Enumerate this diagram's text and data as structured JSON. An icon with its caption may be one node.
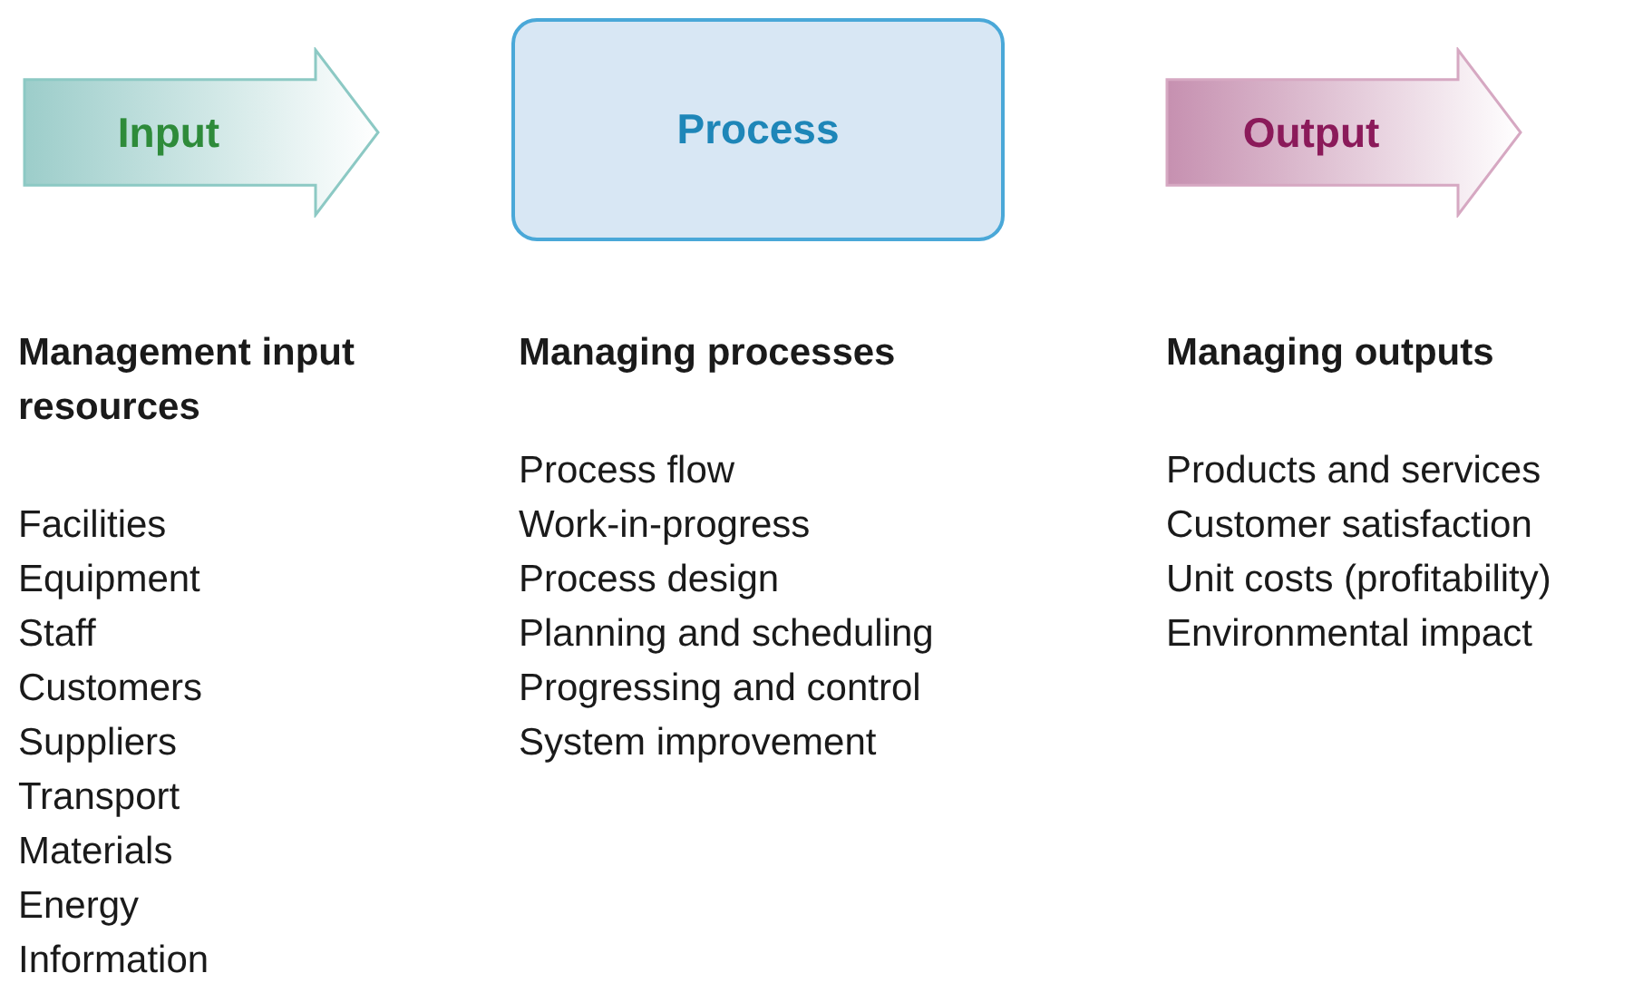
{
  "diagram": {
    "nodes": [
      {
        "text": [
          "Input"
        ]
      },
      {
        "text": [
          "Process"
        ]
      },
      {
        "text": [
          "Output"
        ]
      }
    ],
    "labels": [
      "Management input resources",
      "Facilities",
      "Equipment",
      "Staff",
      "Customers",
      "Suppliers",
      "Transport",
      "Materials",
      "Energy",
      "Information",
      "Managing processes",
      "Process flow",
      "Work-in-progress",
      "Process design",
      "Planning and scheduling",
      "Progressing and control",
      "System improvement",
      "Managing outputs",
      "Products and services",
      "Customer satisfaction",
      "Unit costs (profitability)",
      "Environmental impact"
    ]
  }
}
